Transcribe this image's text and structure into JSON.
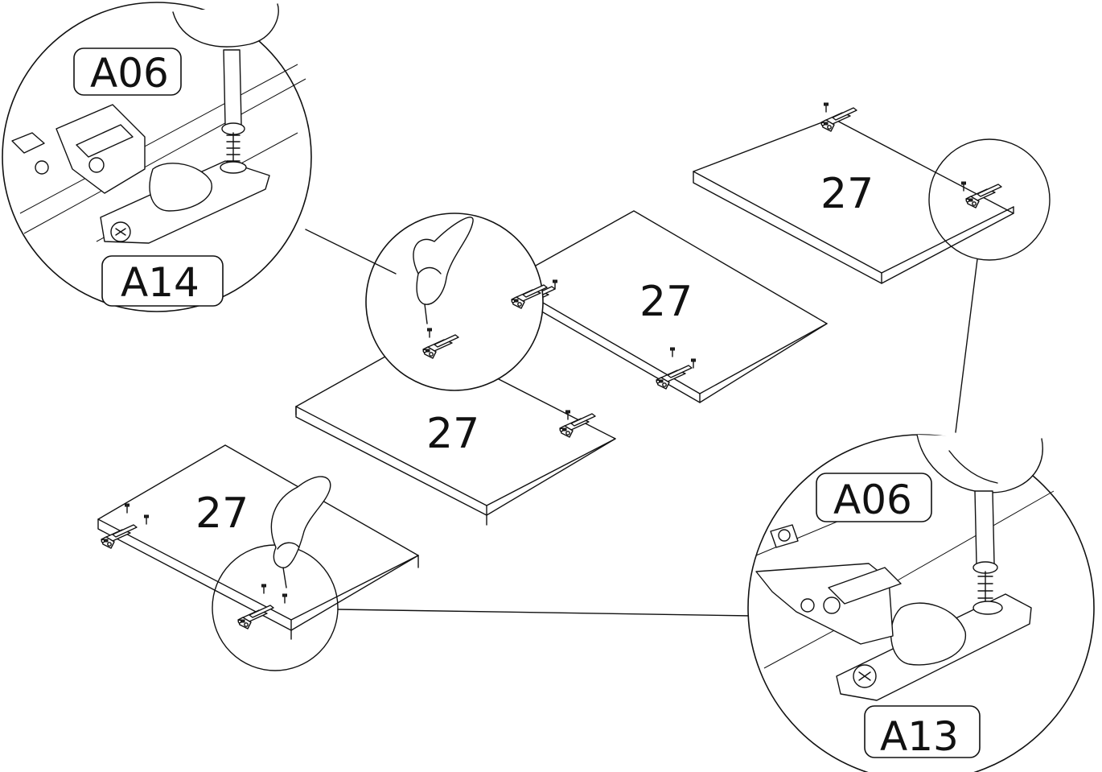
{
  "panels": [
    {
      "id": "panel-top-right",
      "number": "27"
    },
    {
      "id": "panel-middle-right",
      "number": "27"
    },
    {
      "id": "panel-middle-left",
      "number": "27"
    },
    {
      "id": "panel-bottom-left",
      "number": "27"
    }
  ],
  "callouts": {
    "top_left": {
      "screw_label": "A06",
      "hinge_label": "A14"
    },
    "bottom_right": {
      "screw_label": "A06",
      "hinge_label": "A13"
    }
  },
  "icons": [
    "screwdriver-icon",
    "hinge-icon",
    "screw-icon"
  ]
}
